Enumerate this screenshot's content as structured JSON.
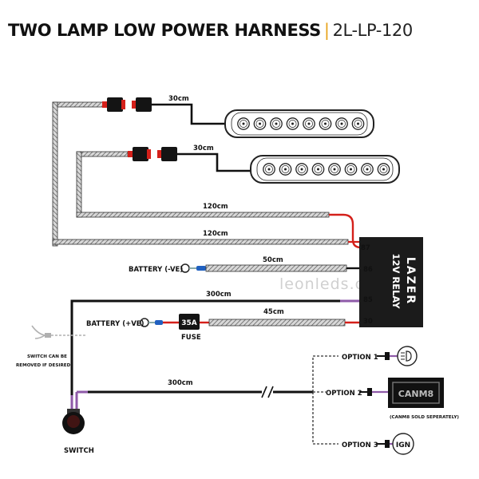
{
  "title": {
    "main": "TWO LAMP LOW POWER HARNESS",
    "separator": "|",
    "code": "2L-LP-120"
  },
  "cables": {
    "lamp1": "30cm",
    "lamp2": "30cm",
    "upper_120": "120cm",
    "lower_120": "120cm",
    "battery_negative": "50cm",
    "switch_feed": "300cm",
    "battery_positive": "45cm",
    "switch_output": "300cm"
  },
  "relay": {
    "brand": "LAZER",
    "label": "12V RELAY",
    "pins": [
      "87",
      "86",
      "85",
      "30"
    ]
  },
  "battery_negative_label": "BATTERY (-VE)",
  "battery_positive_label": "BATTERY (+VE)",
  "fuse": {
    "rating": "35A",
    "label": "FUSE"
  },
  "switch": {
    "label": "SWITCH",
    "note_line1": "SWITCH CAN BE",
    "note_line2": "REMOVED IF DESIRED"
  },
  "options": {
    "option1": "OPTION 1",
    "option2": "OPTION 2",
    "option3": "OPTION 3",
    "canm8_label": "CANM8",
    "canm8_note": "(CANM8 SOLD SEPERATELY)",
    "ign_label": "IGN",
    "headlight_icon": "headlight-icon"
  },
  "watermark": "leonleds.com",
  "colors": {
    "wire_black": "#111111",
    "wire_red": "#d4201a",
    "wire_purple": "#8e5aa8",
    "title_accent": "#e8a21a",
    "sheath_light": "#d8d8d8",
    "relay_body": "#1b1b1b"
  }
}
